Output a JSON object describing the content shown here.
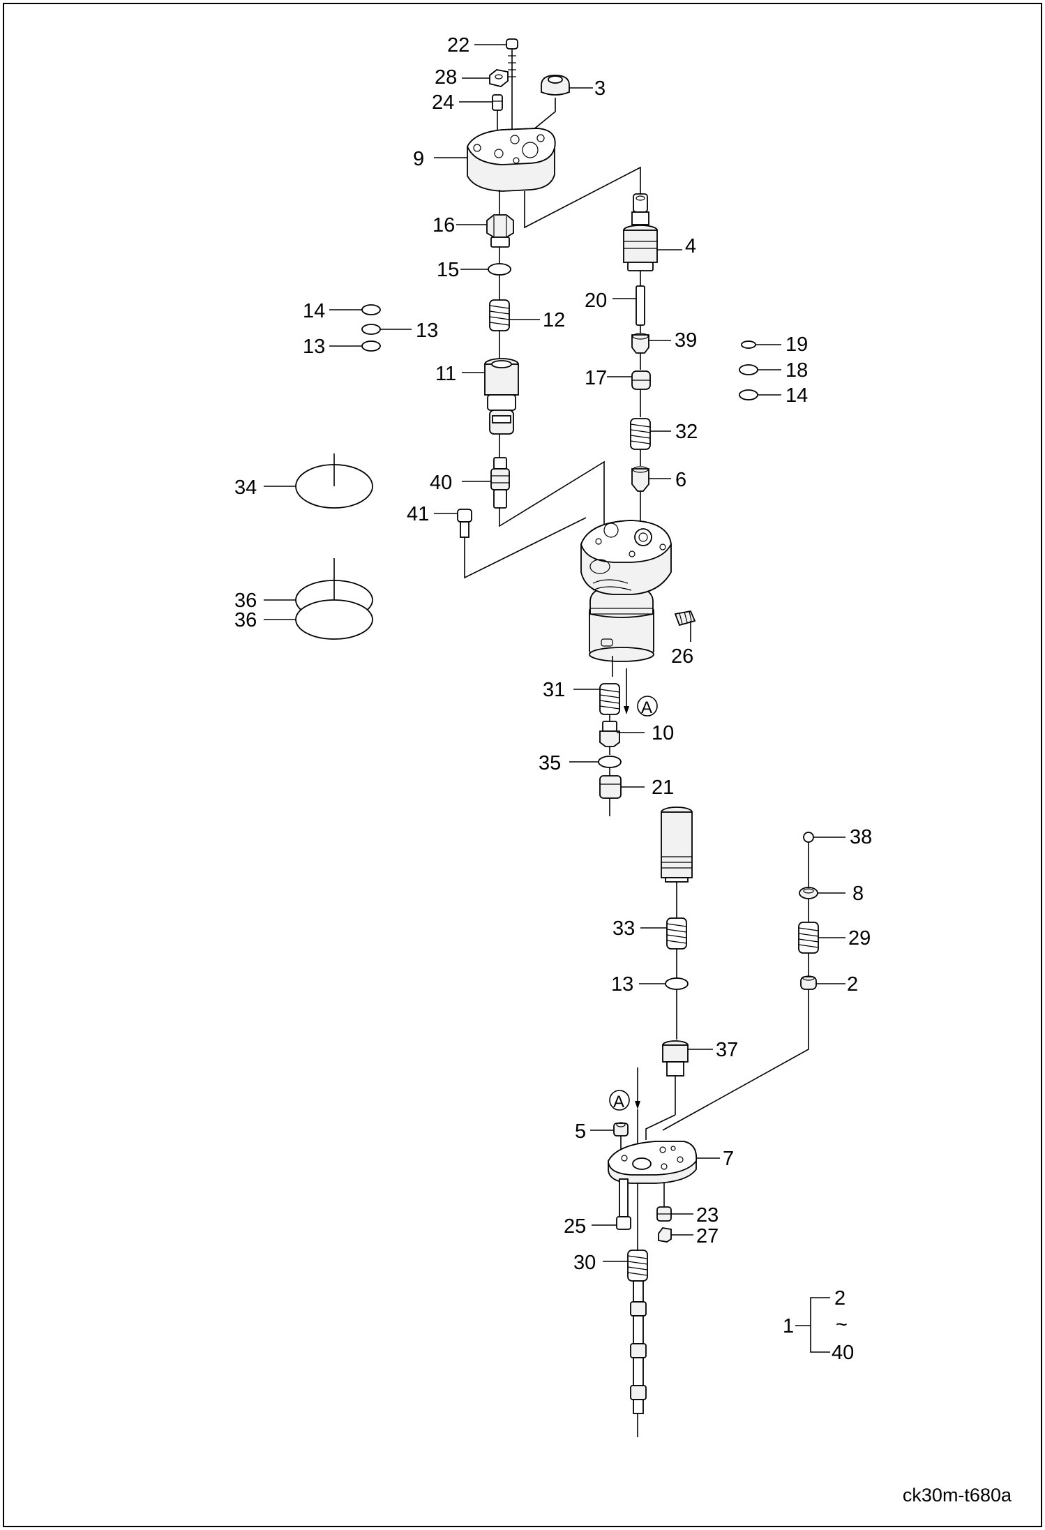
{
  "labels": {
    "22": "22",
    "28": "28",
    "24": "24",
    "3": "3",
    "9": "9",
    "16": "16",
    "4": "4",
    "15": "15",
    "20": "20",
    "14a": "14",
    "13a": "13",
    "13b": "13",
    "12": "12",
    "39": "39",
    "19": "19",
    "18": "18",
    "14b": "14",
    "17": "17",
    "11": "11",
    "32": "32",
    "34": "34",
    "40a": "40",
    "6": "6",
    "41": "41",
    "36a": "36",
    "36b": "36",
    "26": "26",
    "31": "31",
    "A1": "A",
    "10": "10",
    "35": "35",
    "21": "21",
    "38": "38",
    "8": "8",
    "33": "33",
    "29": "29",
    "13c": "13",
    "2a": "2",
    "37": "37",
    "A2": "A",
    "5": "5",
    "7": "7",
    "25": "25",
    "23": "23",
    "27": "27",
    "30": "30"
  },
  "range_legend": {
    "parent": "1",
    "from": "2",
    "tilde": "~",
    "to": "40"
  },
  "drawing_code": "ck30m-t680a"
}
